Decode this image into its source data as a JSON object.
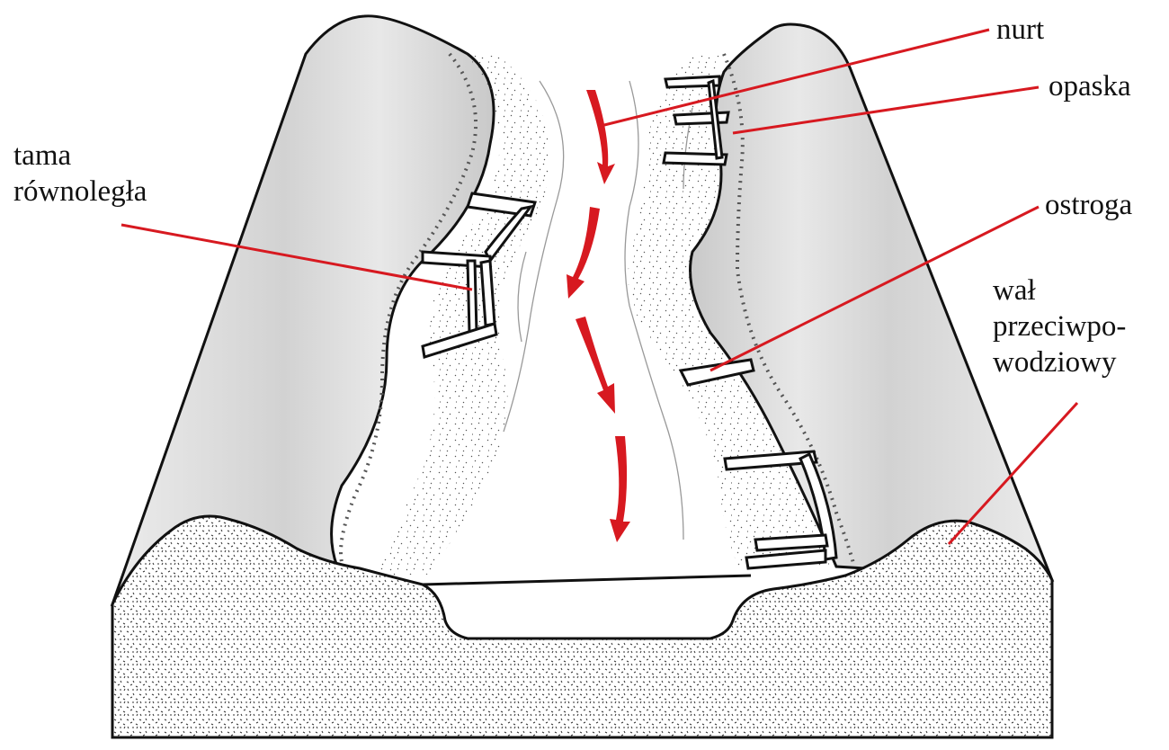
{
  "labels": {
    "nurt": "nurt",
    "opaska": "opaska",
    "tama_line1": "tama",
    "tama_line2": "równoległa",
    "ostroga": "ostroga",
    "wal_line1": "wał",
    "wal_line2": "przeciwpo-",
    "wal_line3": "wodziowy"
  },
  "colors": {
    "accent": "#d71920",
    "ink": "#111111",
    "embankment": "#e2e2e2",
    "embankment_shade": "#c8c8c8",
    "water": "#ffffff",
    "ground_speckle": "#333333"
  }
}
